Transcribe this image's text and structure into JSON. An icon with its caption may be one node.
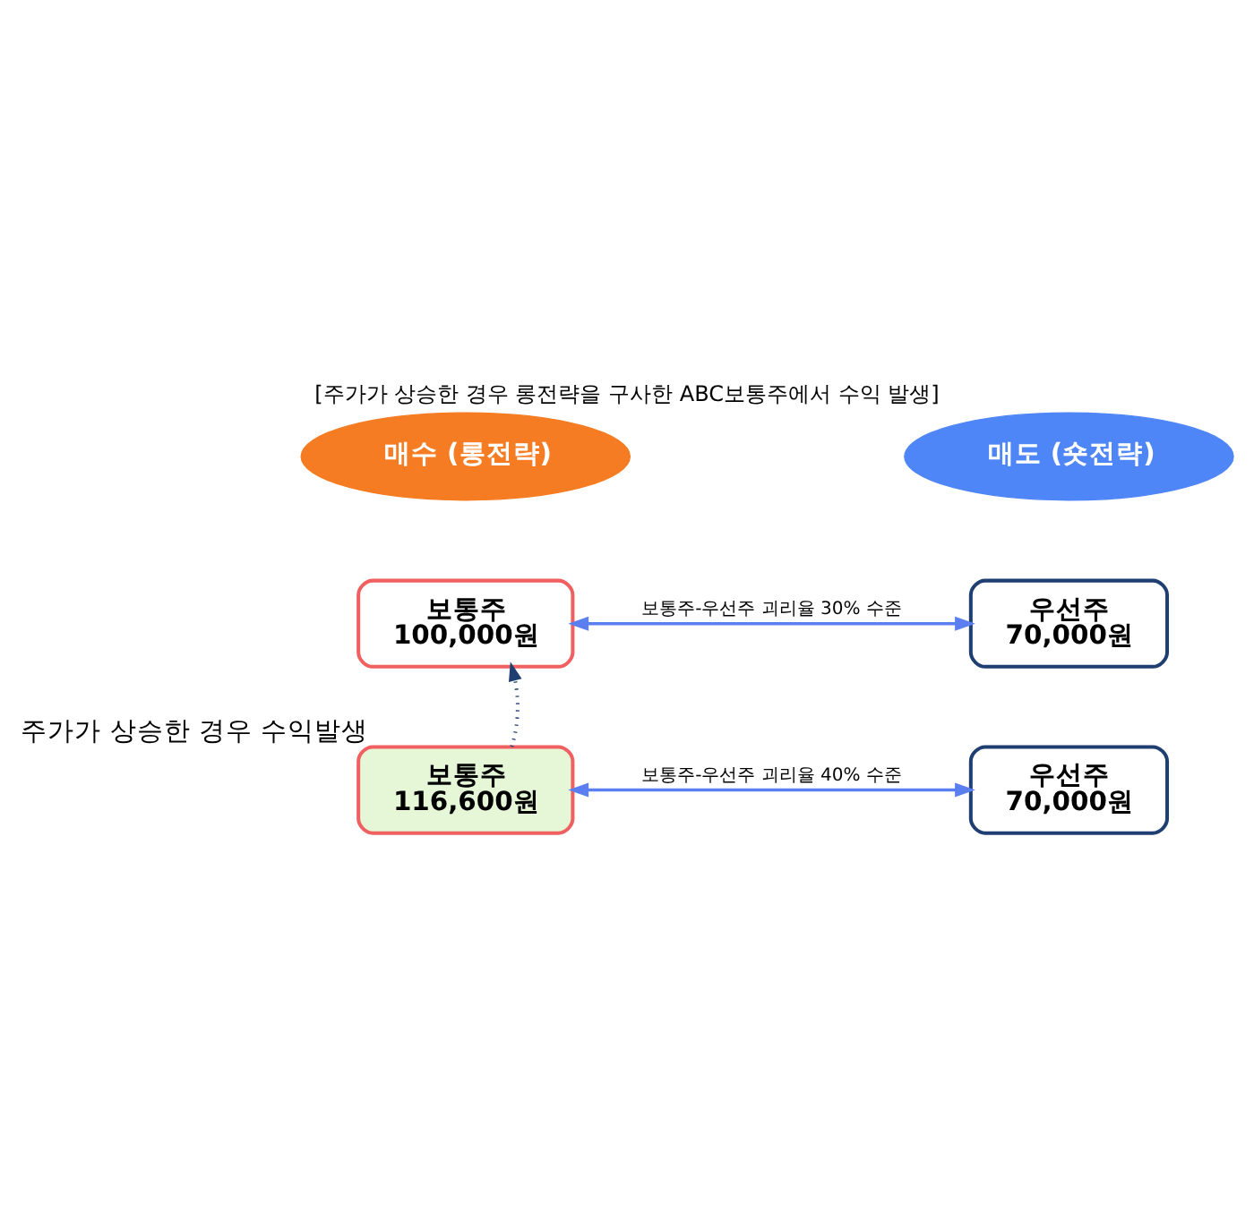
{
  "diagram": {
    "title": "[주가가 상승한 경우 롱전략을 구사한 ABC보통주에서 수익 발생]",
    "nodes": [
      {
        "text": [
          "매수 (롱전략)"
        ]
      },
      {
        "text": [
          "매도 (숏전략)"
        ]
      },
      {
        "text": [
          "보통주",
          "100,000원"
        ]
      },
      {
        "text": [
          "우선주",
          "70,000원"
        ]
      },
      {
        "text": [
          "보통주",
          "116,600원"
        ],
        "beside": [
          "주가가 상승한 경우 수익발생"
        ]
      },
      {
        "text": [
          "우선주",
          "70,000원"
        ]
      }
    ],
    "edges": [
      {
        "from": 2,
        "to": 3,
        "arrow": "both",
        "label": "보통주-우선주 괴리율 30% 수준"
      },
      {
        "from": 4,
        "to": 2,
        "arrow": "to",
        "style": "dashed",
        "color": "#1f3f73"
      },
      {
        "from": 4,
        "to": 5,
        "arrow": "both",
        "label": "보통주-우선주 괴리율 40% 수준"
      }
    ]
  }
}
